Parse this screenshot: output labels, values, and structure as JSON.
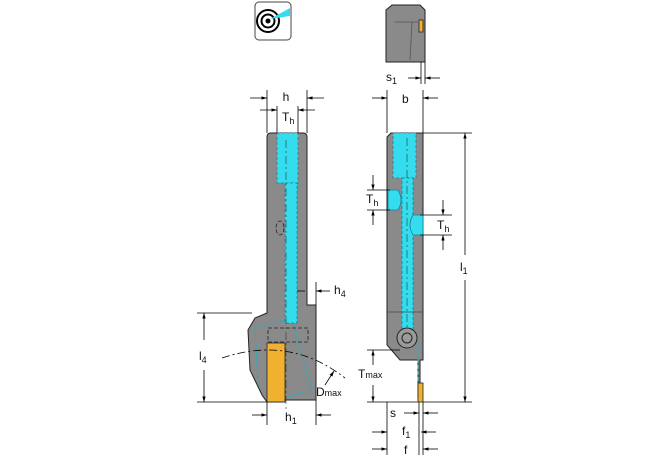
{
  "labels": {
    "h": {
      "main": "h"
    },
    "th_left": {
      "main": "T",
      "sub": "h"
    },
    "h4": {
      "main": "h",
      "sub": "4"
    },
    "l4": {
      "main": "l",
      "sub": "4"
    },
    "dmax": {
      "main": "D",
      "sub": "max"
    },
    "h1": {
      "main": "h",
      "sub": "1"
    },
    "s1": {
      "main": "s",
      "sub": "1"
    },
    "b": {
      "main": "b"
    },
    "th_side_left": {
      "main": "T",
      "sub": "h"
    },
    "th_side_right": {
      "main": "T",
      "sub": "h"
    },
    "l1": {
      "main": "l",
      "sub": "1"
    },
    "tmax": {
      "main": "T",
      "sub": "max"
    },
    "s": {
      "main": "s"
    },
    "f1": {
      "main": "f",
      "sub": "1"
    },
    "f": {
      "main": "f"
    }
  },
  "colors": {
    "body": "#8a8a8a",
    "coolant": "#33ddee",
    "insert": "#f0b030"
  },
  "icons": {
    "coolant_badge": "coolant-target-icon"
  }
}
